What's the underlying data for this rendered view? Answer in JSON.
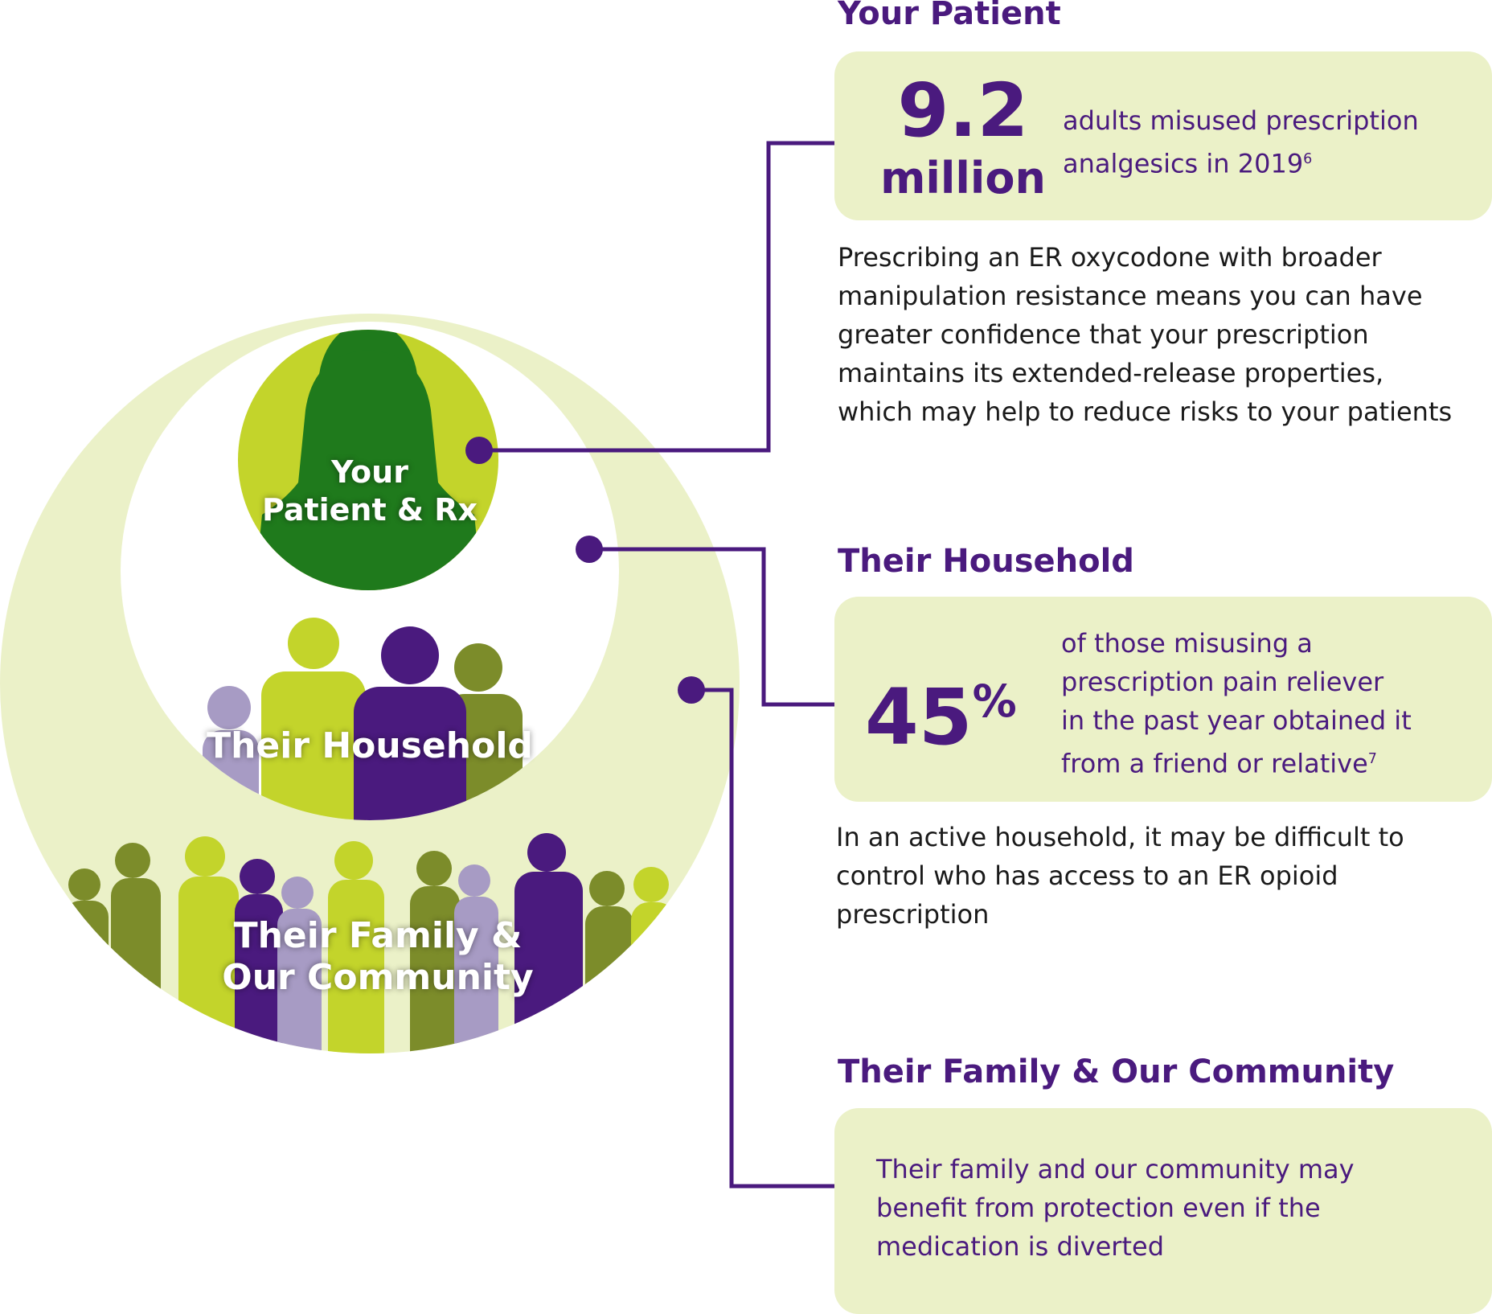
{
  "colors": {
    "purple": "#4a1a7e",
    "light_green": "#ebf1c8",
    "lime": "#c3d42b",
    "dark_green": "#1f7a1c",
    "olive": "#7c8c2a",
    "lavender": "#a79bc4"
  },
  "diagram": {
    "patient_circle_label_line1": "Your",
    "patient_circle_label_line2": "Patient & Rx",
    "household_label": "Their Household",
    "community_label_line1": "Their Family &",
    "community_label_line2": "Our Community"
  },
  "sections": {
    "patient": {
      "title": "Your Patient",
      "stat_number": "9.2",
      "stat_unit": "million",
      "stat_text_line1": "adults misused prescription",
      "stat_text_line2": "analgesics in 2019",
      "stat_text_ref": "6",
      "body_lines": [
        "Prescribing an ER oxycodone with broader",
        "manipulation resistance means you can have",
        "greater confidence that your prescription",
        "maintains its extended-release properties,",
        "which may help to reduce risks to your patients"
      ]
    },
    "household": {
      "title": "Their Household",
      "stat_number": "45",
      "stat_percent": "%",
      "stat_lines": [
        "of those misusing a",
        "prescription pain reliever",
        "in the past year obtained it",
        "from a friend or relative"
      ],
      "stat_ref": "7",
      "body_lines": [
        "In an active household, it may be difficult to",
        "control who has access to an ER opioid",
        "prescription"
      ]
    },
    "community": {
      "title": "Their Family & Our Community",
      "stat_lines": [
        "Their family and our community may",
        "benefit from protection even if the",
        "medication is diverted"
      ]
    }
  }
}
